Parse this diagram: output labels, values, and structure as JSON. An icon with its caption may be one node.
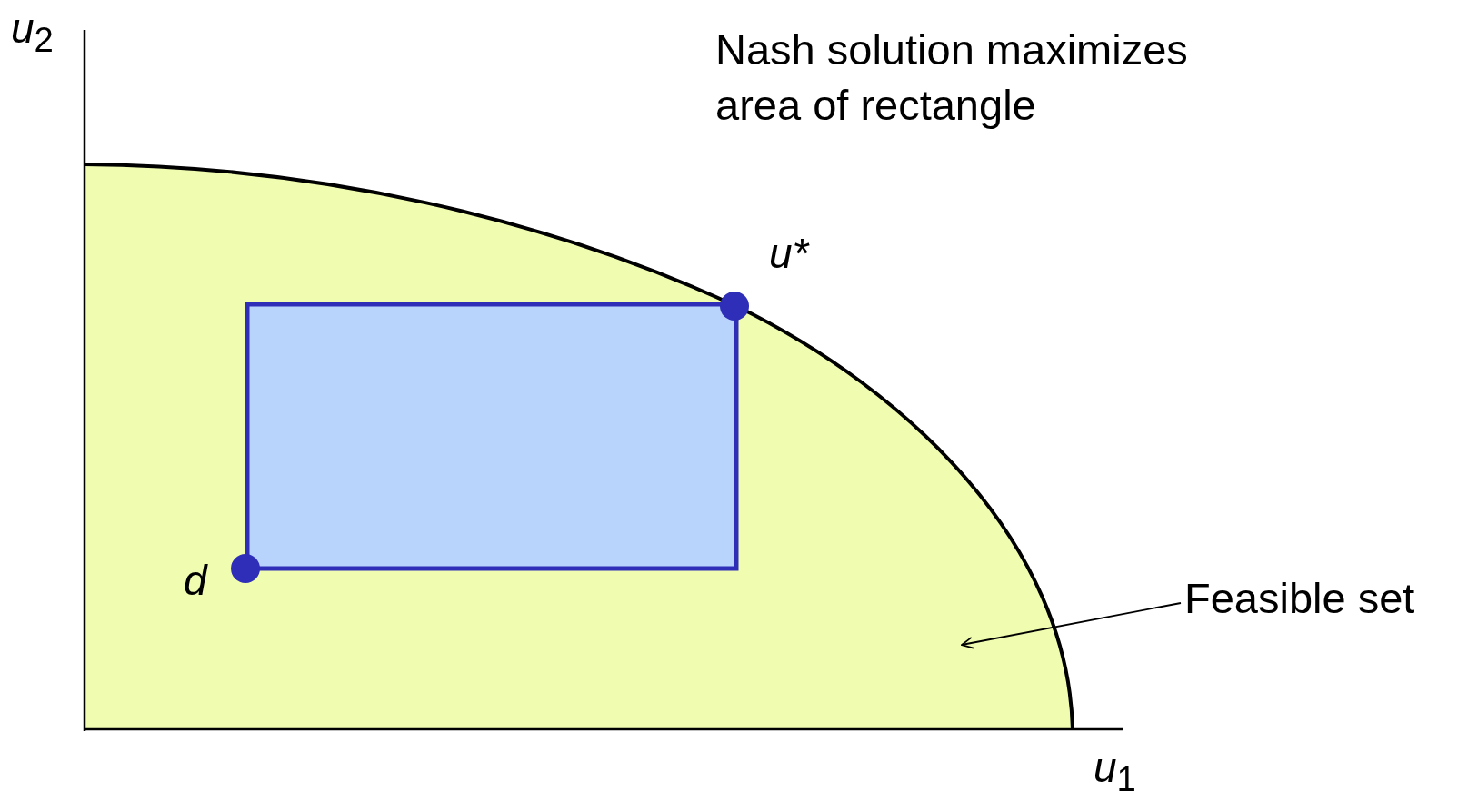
{
  "diagram": {
    "nodes": [
      {
        "text": [
          "Feasible set"
        ]
      },
      {
        "text": [],
        "shape": "region"
      },
      {
        "text": [],
        "shape": "box",
        "in": 1
      }
    ],
    "edges": [
      {
        "from": 0,
        "to": 1,
        "arrow": "to"
      }
    ],
    "labels": [
      "*u*$_{2}$",
      "Nash solution maximizes area of rectangle",
      "u*",
      "d",
      "*u*$_{1}$"
    ]
  }
}
